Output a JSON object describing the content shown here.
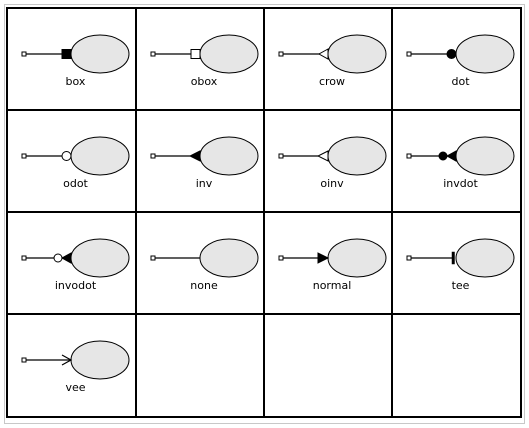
{
  "panel": {
    "title": "",
    "cells": [
      {
        "label": "box",
        "arrow_icon": "box-arrowhead-icon"
      },
      {
        "label": "obox",
        "arrow_icon": "open-box-arrowhead-icon"
      },
      {
        "label": "crow",
        "arrow_icon": "crow-arrowhead-icon"
      },
      {
        "label": "dot",
        "arrow_icon": "dot-arrowhead-icon"
      },
      {
        "label": "odot",
        "arrow_icon": "open-dot-arrowhead-icon"
      },
      {
        "label": "inv",
        "arrow_icon": "inverted-arrowhead-icon"
      },
      {
        "label": "oinv",
        "arrow_icon": "open-inverted-arrowhead-icon"
      },
      {
        "label": "invdot",
        "arrow_icon": "inverted-dot-arrowhead-icon"
      },
      {
        "label": "invodot",
        "arrow_icon": "inverted-open-dot-arrowhead-icon"
      },
      {
        "label": "none",
        "arrow_icon": "no-arrowhead-icon"
      },
      {
        "label": "normal",
        "arrow_icon": "normal-arrowhead-icon"
      },
      {
        "label": "tee",
        "arrow_icon": "tee-arrowhead-icon"
      },
      {
        "label": "vee",
        "arrow_icon": "vee-arrowhead-icon"
      },
      {
        "label": "",
        "arrow_icon": ""
      },
      {
        "label": "",
        "arrow_icon": ""
      },
      {
        "label": "",
        "arrow_icon": ""
      }
    ]
  },
  "colors": {
    "node_fill": "#e6e6e6",
    "stroke": "#000000",
    "background": "#ffffff",
    "frame_border": "#c8c8c8"
  }
}
